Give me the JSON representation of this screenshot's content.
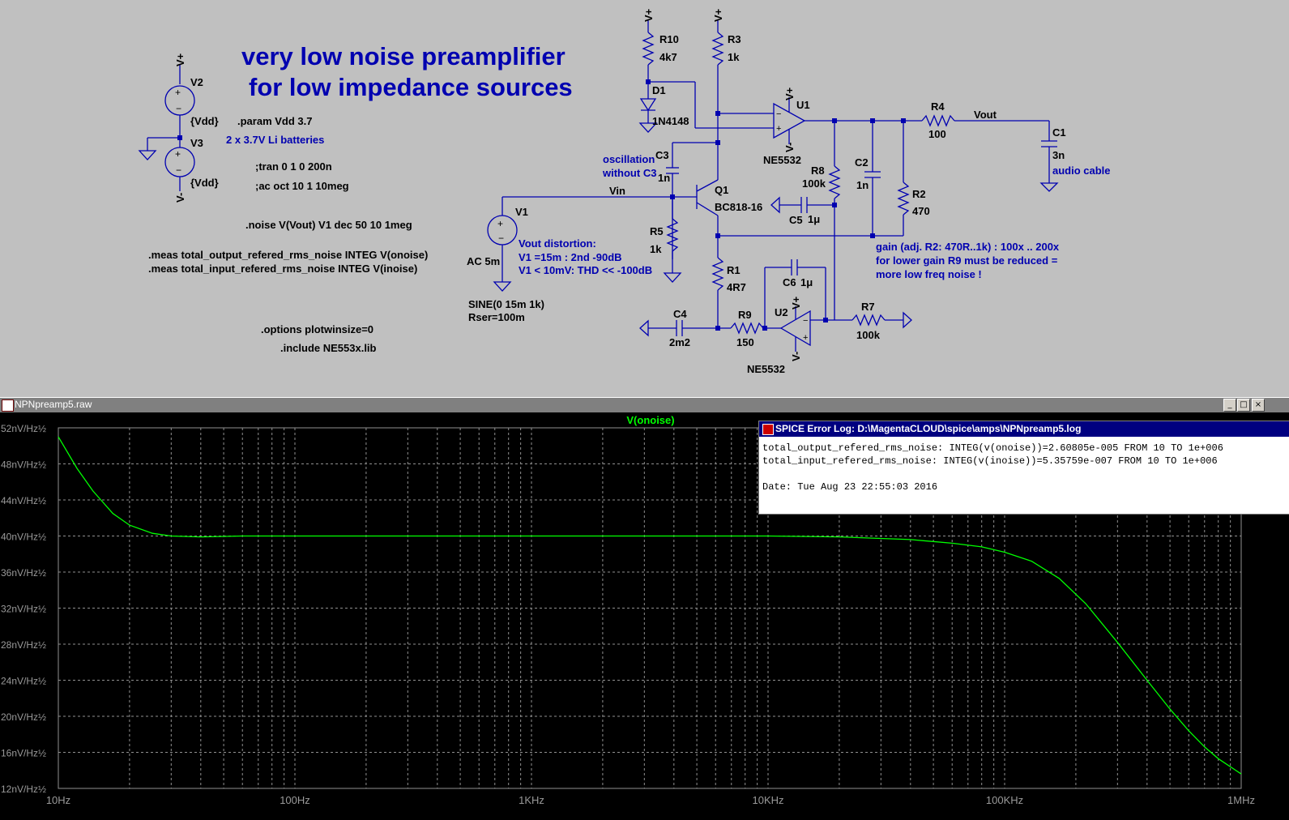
{
  "schematic": {
    "title_line1": "very low noise preamplifier",
    "title_line2": "for low impedance sources",
    "directives": {
      "param": ".param Vdd 3.7",
      "batteries": "2 x 3.7V Li batteries",
      "tran": ";tran 0 1 0 200n",
      "ac": ";ac oct 10 1 10meg",
      "noise": ".noise V(Vout) V1 dec 50 10 1meg",
      "meas1": ".meas total_output_refered_rms_noise INTEG V(onoise)",
      "meas2": ".meas total_input_refered_rms_noise INTEG V(inoise)",
      "options": ".options plotwinsize=0",
      "include": ".include NE553x.lib"
    },
    "components": {
      "V2": {
        "name": "V2",
        "value": "{Vdd}"
      },
      "V3": {
        "name": "V3",
        "value": "{Vdd}"
      },
      "V1": {
        "name": "V1",
        "value": "AC 5m",
        "sine": "SINE(0 15m 1k)",
        "rser": "Rser=100m"
      },
      "R10": {
        "name": "R10",
        "value": "4k7"
      },
      "D1": {
        "name": "D1",
        "value": "1N4148"
      },
      "R3": {
        "name": "R3",
        "value": "1k"
      },
      "U1": {
        "name": "U1",
        "value": "NE5532"
      },
      "C3": {
        "name": "C3",
        "value": "1n"
      },
      "Q1": {
        "name": "Q1",
        "value": "BC818-16"
      },
      "R5": {
        "name": "R5",
        "value": "1k"
      },
      "R1": {
        "name": "R1",
        "value": "4R7"
      },
      "C4": {
        "name": "C4",
        "value": "2m2"
      },
      "R9": {
        "name": "R9",
        "value": "150"
      },
      "U2": {
        "name": "U2",
        "value": "NE5532"
      },
      "R8": {
        "name": "R8",
        "value": "100k"
      },
      "C5": {
        "name": "C5",
        "value": "1μ"
      },
      "C6": {
        "name": "C6",
        "value": "1μ"
      },
      "C2": {
        "name": "C2",
        "value": "1n"
      },
      "R2": {
        "name": "R2",
        "value": "470"
      },
      "R4": {
        "name": "R4",
        "value": "100"
      },
      "R7": {
        "name": "R7",
        "value": "100k"
      },
      "C1": {
        "name": "C1",
        "value": "3n"
      }
    },
    "net_labels": {
      "vplus": "V+",
      "vminus": "V-",
      "vin": "Vin",
      "vout": "Vout"
    },
    "notes": {
      "osc1": "oscillation",
      "osc2": "without C3",
      "dist1": "Vout distortion:",
      "dist2": "V1 =15m : 2nd -90dB",
      "dist3": "V1 < 10mV: THD << -100dB",
      "gain1": "gain (adj. R2: 470R..1k)  : 100x .. 200x",
      "gain2": "for lower gain R9 must be reduced =",
      "gain3": "more low freq noise !",
      "cable": "audio cable"
    },
    "colors": {
      "wire": "#0000b0",
      "background": "#c0c0c0"
    }
  },
  "plot_window": {
    "title": "NPNpreamp5.raw",
    "buttons": {
      "minimize": "_",
      "maximize": "□",
      "close": "×"
    },
    "trace_label": "V(onoise)",
    "trace_color": "#00ff00"
  },
  "chart_data": {
    "type": "line",
    "title": "",
    "xlabel": "",
    "ylabel": "",
    "x_scale": "log",
    "xlim": [
      10,
      1000000
    ],
    "ylim": [
      12,
      52
    ],
    "grid": true,
    "x_ticks": [
      {
        "value": 10,
        "label": "10Hz"
      },
      {
        "value": 100,
        "label": "100Hz"
      },
      {
        "value": 1000,
        "label": "1KHz"
      },
      {
        "value": 10000,
        "label": "10KHz"
      },
      {
        "value": 100000,
        "label": "100KHz"
      },
      {
        "value": 1000000,
        "label": "1MHz"
      }
    ],
    "y_ticks": [
      {
        "value": 52,
        "label": "52nV/Hz½"
      },
      {
        "value": 48,
        "label": "48nV/Hz½"
      },
      {
        "value": 44,
        "label": "44nV/Hz½"
      },
      {
        "value": 40,
        "label": "40nV/Hz½"
      },
      {
        "value": 36,
        "label": "36nV/Hz½"
      },
      {
        "value": 32,
        "label": "32nV/Hz½"
      },
      {
        "value": 28,
        "label": "28nV/Hz½"
      },
      {
        "value": 24,
        "label": "24nV/Hz½"
      },
      {
        "value": 20,
        "label": "20nV/Hz½"
      },
      {
        "value": 16,
        "label": "16nV/Hz½"
      },
      {
        "value": 12,
        "label": "12nV/Hz½"
      }
    ],
    "series": [
      {
        "name": "V(onoise)",
        "x": [
          10,
          12,
          14,
          17,
          20,
          25,
          30,
          40,
          60,
          100,
          300,
          1000,
          3000,
          10000,
          20000,
          40000,
          60000,
          80000,
          100000,
          130000,
          170000,
          220000,
          300000,
          400000,
          500000,
          600000,
          700000,
          800000,
          1000000
        ],
        "y": [
          51,
          47.5,
          45,
          42.5,
          41.2,
          40.3,
          40.0,
          39.9,
          40.0,
          40.0,
          40.0,
          40.0,
          40.0,
          40.0,
          39.9,
          39.6,
          39.2,
          38.8,
          38.2,
          37.2,
          35.3,
          32.5,
          28.2,
          24.0,
          20.8,
          18.4,
          16.6,
          15.3,
          13.6
        ]
      }
    ]
  },
  "error_log": {
    "title": "SPICE Error Log: D:\\MagentaCLOUD\\spice\\amps\\NPNpreamp5.log",
    "line1": "total_output_refered_rms_noise: INTEG(v(onoise))=2.60805e-005 FROM 10 TO 1e+006",
    "line2": "total_input_refered_rms_noise: INTEG(v(inoise))=5.35759e-007 FROM 10 TO 1e+006",
    "date": "Date: Tue Aug 23 22:55:03 2016"
  }
}
